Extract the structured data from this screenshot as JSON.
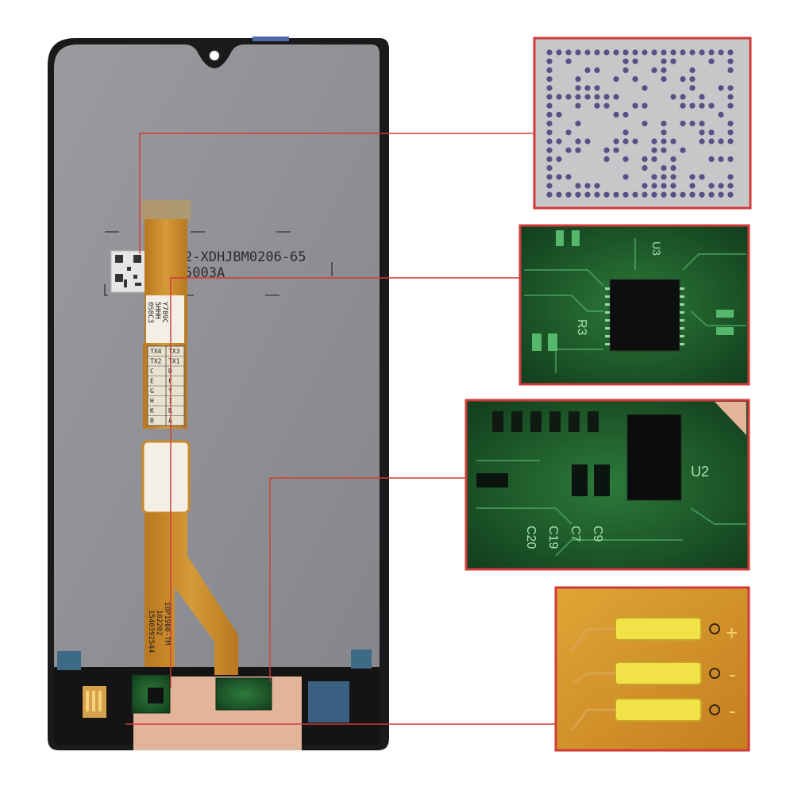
{
  "label": {
    "code_line1": "2-XDHJBM0206-65",
    "code_line2": "5003A",
    "flex_side_text_1": "IOP1900-TM",
    "flex_side_text_2": "102202",
    "flex_side_text_3": "1540392544",
    "vertical_code_1": "Y789C",
    "vertical_code_2": "5HHH",
    "vertical_code_3": "0S0C3"
  },
  "pin_grid": {
    "left_col": [
      "TX4",
      "TX2",
      "C",
      "E",
      "G",
      "H",
      "K",
      "B"
    ],
    "right_col": [
      "TX3",
      "TX1",
      "D",
      "F",
      "Y",
      "I",
      "R",
      "A"
    ]
  },
  "callouts": {
    "chip_board_label": "R3",
    "chip_board_label_2": "U3",
    "pcb_label_u2": "U2",
    "pcb_label_caps": [
      "C20",
      "C19",
      "C7",
      "C9"
    ],
    "pad_signs": [
      "+",
      "-",
      "-"
    ]
  },
  "colors": {
    "callout_border": "#d23a3a",
    "leader_line": "#d23a3a",
    "flex_cable": "#c98a2a",
    "pcb_green": "#1f5a2c",
    "screen_gray": "#8f9095"
  }
}
